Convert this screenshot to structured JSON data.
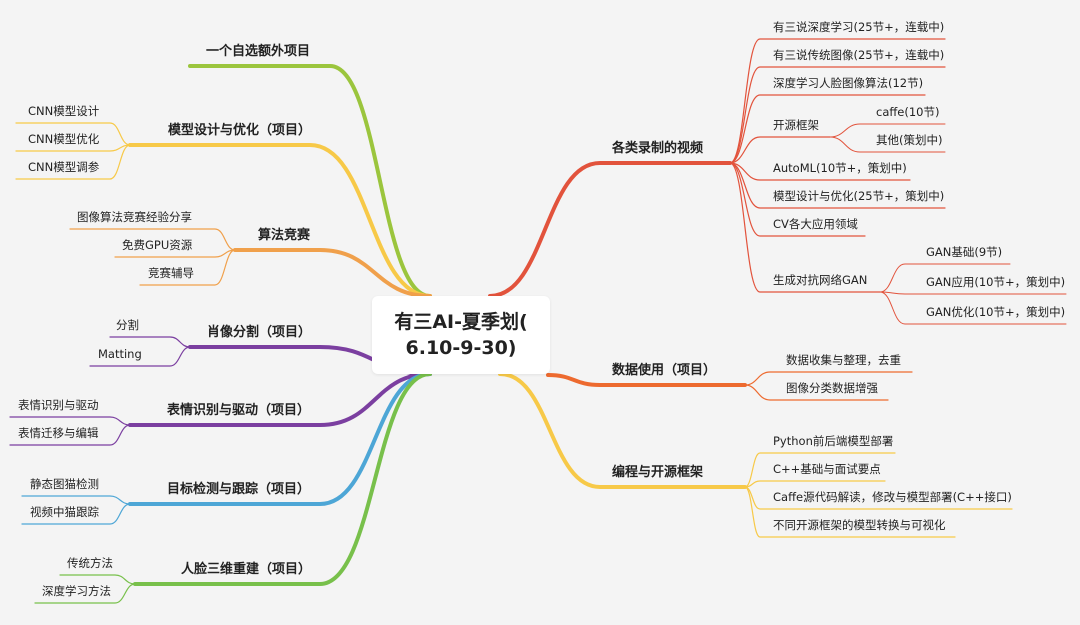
{
  "center": {
    "line1": "有三AI-夏季划(",
    "line2": "6.10-9-30)"
  },
  "colors": {
    "red": "#e2533c",
    "orange_red": "#ed6a2f",
    "orange": "#f0a04b",
    "yellow": "#f7c948",
    "lime": "#9bc53d",
    "purple": "#7b3fa0",
    "blue": "#4da6d6",
    "green": "#78c04b"
  },
  "right": {
    "video": {
      "label": "各类录制的视频",
      "children": [
        "有三说深度学习(25节+，连载中)",
        "有三说传统图像(25节+，连载中)",
        "深度学习人脸图像算法(12节)",
        "开源框架",
        "AutoML(10节+，策划中)",
        "模型设计与优化(25节+，策划中)",
        "CV各大应用领域",
        "生成对抗网络GAN"
      ],
      "framework_children": [
        "caffe(10节)",
        "其他(策划中)"
      ],
      "gan_children": [
        "GAN基础(9节)",
        "GAN应用(10节+，策划中)",
        "GAN优化(10节+，策划中)"
      ]
    },
    "data": {
      "label": "数据使用（项目）",
      "children": [
        "数据收集与整理，去重",
        "图像分类数据增强"
      ]
    },
    "coding": {
      "label": "编程与开源框架",
      "children": [
        "Python前后端模型部署",
        "C++基础与面试要点",
        "Caffe源代码解读，修改与模型部署(C++接口)",
        "不同开源框架的模型转换与可视化"
      ]
    }
  },
  "left": {
    "extra": {
      "label": "一个自选额外项目"
    },
    "model": {
      "label": "模型设计与优化（项目）",
      "children": [
        "CNN模型设计",
        "CNN模型优化",
        "CNN模型调参"
      ]
    },
    "competition": {
      "label": "算法竞赛",
      "children": [
        "图像算法竞赛经验分享",
        "免费GPU资源",
        "竞赛辅导"
      ]
    },
    "portrait": {
      "label": "肖像分割（项目）",
      "children": [
        "分割",
        "Matting"
      ]
    },
    "expression": {
      "label": "表情识别与驱动（项目）",
      "children": [
        "表情识别与驱动",
        "表情迁移与编辑"
      ]
    },
    "detection": {
      "label": "目标检测与跟踪（项目）",
      "children": [
        "静态图猫检测",
        "视频中猫跟踪"
      ]
    },
    "face3d": {
      "label": "人脸三维重建（项目）",
      "children": [
        "传统方法",
        "深度学习方法"
      ]
    }
  }
}
